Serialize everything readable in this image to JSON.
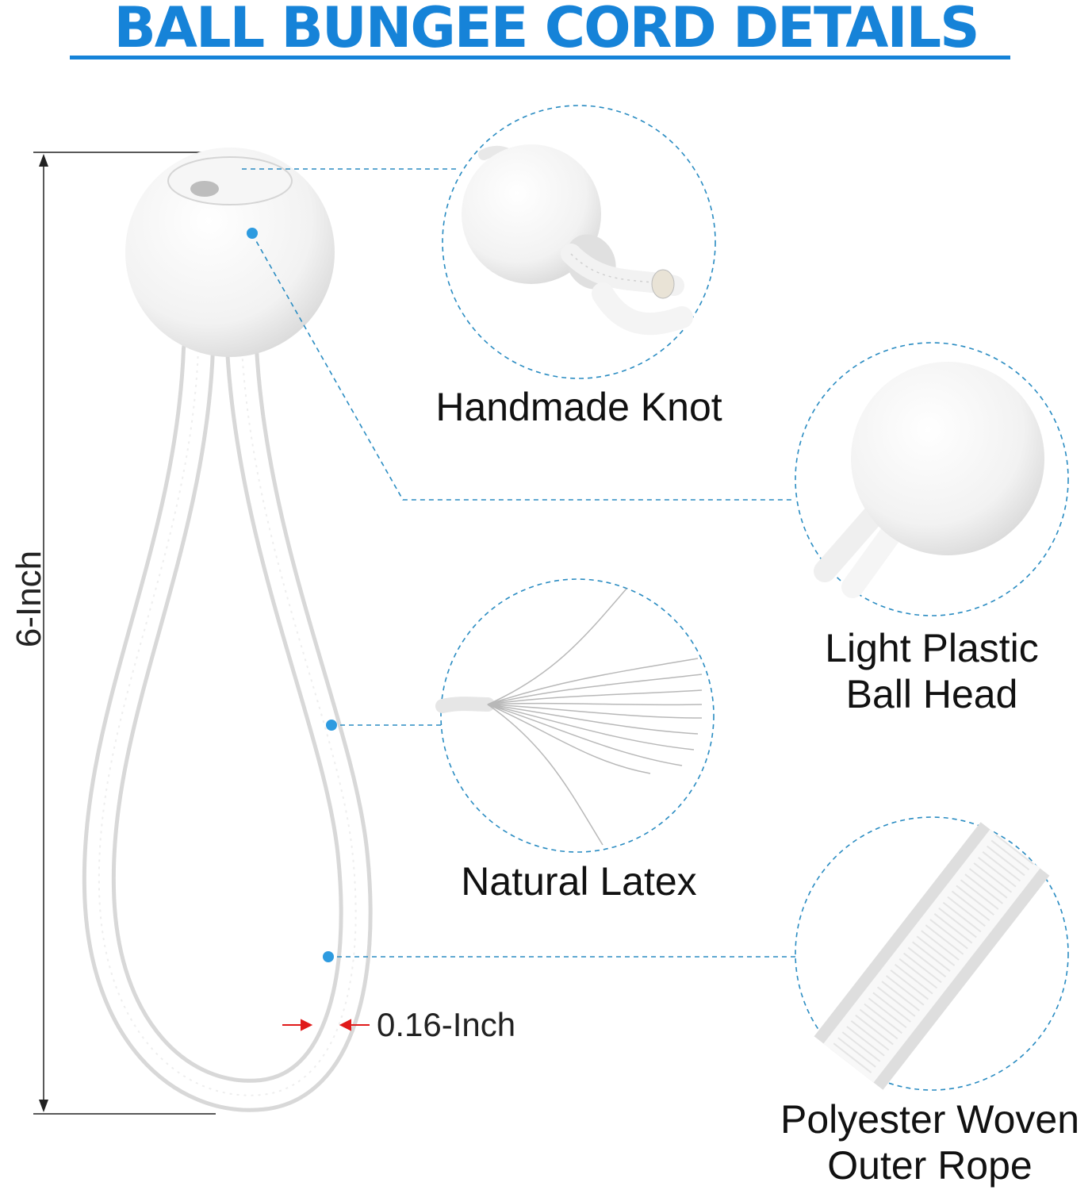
{
  "title": "BALL BUNGEE CORD DETAILS",
  "dimensions": {
    "length": "6-Inch",
    "thickness": "0.16-Inch"
  },
  "callouts": {
    "knot": "Handmade Knot",
    "ball_head_line1": "Light Plastic",
    "ball_head_line2": "Ball Head",
    "latex": "Natural Latex",
    "rope_line1": "Polyester Woven",
    "rope_line2": "Outer Rope"
  },
  "colors": {
    "title": "#1683d8",
    "dash": "#2a8cc2",
    "dot": "#2e9be0",
    "arrow": "#e01a1a"
  }
}
